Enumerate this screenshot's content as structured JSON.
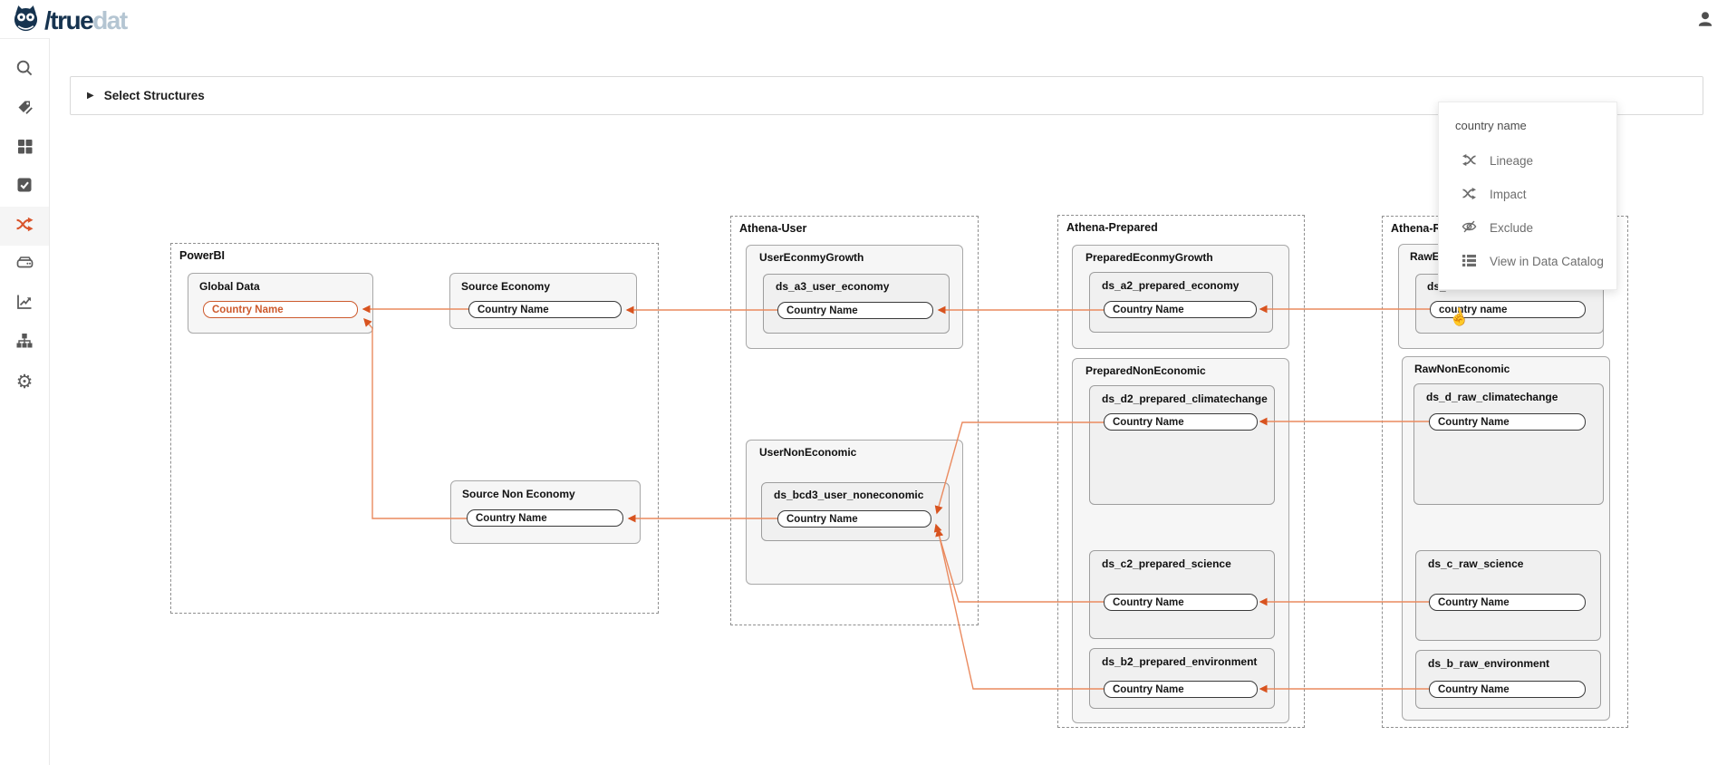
{
  "header": {
    "brand_text_dark": "/true",
    "brand_text_light": "dat",
    "logo_icon": "owl-logo-icon",
    "user_icon": "user-icon"
  },
  "sidebar": {
    "active_index": 4,
    "items": [
      {
        "icon": "search-icon"
      },
      {
        "icon": "tags-icon"
      },
      {
        "icon": "modules-grid-icon"
      },
      {
        "icon": "tasks-check-icon"
      },
      {
        "icon": "lineage-shuffle-icon"
      },
      {
        "icon": "storage-drive-icon"
      },
      {
        "icon": "charts-icon"
      },
      {
        "icon": "hierarchy-icon"
      },
      {
        "icon": "settings-gear-icon"
      }
    ]
  },
  "filters": {
    "caret": "▶",
    "select_structures_label": "Select Structures",
    "collapsed": true
  },
  "context_menu": {
    "title": "country name",
    "items": [
      {
        "icon": "lineage-icon",
        "label": "Lineage"
      },
      {
        "icon": "impact-icon",
        "label": "Impact"
      },
      {
        "icon": "exclude-eye-off-icon",
        "label": "Exclude"
      },
      {
        "icon": "data-catalog-icon",
        "label": "View in Data Catalog"
      }
    ]
  },
  "colors": {
    "accent_orange": "#d9542b",
    "edge_line": "#ea8a5f",
    "edge_arrow": "#d8531f",
    "selected_field": "#cd5a2d",
    "brand_dark": "#16334f",
    "brand_light": "#b4c5d2"
  },
  "diagram": {
    "groups": [
      {
        "label": "PowerBI",
        "nodes": [
          {
            "label": "Global Data",
            "fields": [
              {
                "label": "Country Name",
                "selected": true
              }
            ]
          },
          {
            "label": "Source Economy",
            "fields": [
              {
                "label": "Country Name"
              }
            ]
          },
          {
            "label": "Source Non Economy",
            "fields": [
              {
                "label": "Country Name"
              }
            ]
          }
        ]
      },
      {
        "label": "Athena-User",
        "nodes": [
          {
            "label": "UserEconmyGrowth",
            "datasets": [
              {
                "label": "ds_a3_user_economy",
                "fields": [
                  {
                    "label": "Country Name"
                  }
                ]
              }
            ]
          },
          {
            "label": "UserNonEconomic",
            "datasets": [
              {
                "label": "ds_bcd3_user_noneconomic",
                "fields": [
                  {
                    "label": "Country Name"
                  }
                ]
              }
            ]
          }
        ]
      },
      {
        "label": "Athena-Prepared",
        "nodes": [
          {
            "label": "PreparedEconmyGrowth",
            "datasets": [
              {
                "label": "ds_a2_prepared_economy",
                "fields": [
                  {
                    "label": "Country Name"
                  }
                ]
              }
            ]
          },
          {
            "label": "PreparedNonEconomic",
            "datasets": [
              {
                "label": "ds_d2_prepared_climatechange",
                "fields": [
                  {
                    "label": "Country Name"
                  }
                ]
              },
              {
                "label": "ds_c2_prepared_science",
                "fields": [
                  {
                    "label": "Country Name"
                  }
                ]
              },
              {
                "label": "ds_b2_prepared_environment",
                "fields": [
                  {
                    "label": "Country Name"
                  }
                ]
              }
            ]
          }
        ]
      },
      {
        "label": "Athena-Ra",
        "truncated_by_menu": true,
        "nodes": [
          {
            "label": "RawEc",
            "truncated_by_menu": true,
            "datasets": [
              {
                "label": "ds_",
                "truncated_by_menu": true,
                "fields": [
                  {
                    "label": "country name",
                    "hovered": true
                  }
                ]
              }
            ]
          },
          {
            "label": "RawNonEconomic",
            "datasets": [
              {
                "label": "ds_d_raw_climatechange",
                "fields": [
                  {
                    "label": "Country Name"
                  }
                ]
              },
              {
                "label": "ds_c_raw_science",
                "fields": [
                  {
                    "label": "Country Name"
                  }
                ]
              },
              {
                "label": "ds_b_raw_environment",
                "fields": [
                  {
                    "label": "Country Name"
                  }
                ]
              }
            ]
          }
        ]
      }
    ],
    "edges": [
      {
        "from": "Source Economy / Country Name",
        "to": "Global Data / Country Name"
      },
      {
        "from": "Source Non Economy / Country Name",
        "to": "Global Data / Country Name"
      },
      {
        "from": "ds_a3_user_economy / Country Name",
        "to": "Source Economy / Country Name"
      },
      {
        "from": "ds_bcd3_user_noneconomic / Country Name",
        "to": "Source Non Economy / Country Name"
      },
      {
        "from": "ds_a2_prepared_economy / Country Name",
        "to": "ds_a3_user_economy / Country Name"
      },
      {
        "from": "ds_ / country name",
        "to": "ds_a2_prepared_economy / Country Name"
      },
      {
        "from": "ds_d_raw_climatechange / Country Name",
        "to": "ds_d2_prepared_climatechange / Country Name"
      },
      {
        "from": "ds_c_raw_science / Country Name",
        "to": "ds_c2_prepared_science / Country Name"
      },
      {
        "from": "ds_b_raw_environment / Country Name",
        "to": "ds_b2_prepared_environment / Country Name"
      },
      {
        "from": "ds_d2_prepared_climatechange / Country Name",
        "to": "ds_bcd3_user_noneconomic / Country Name"
      },
      {
        "from": "ds_c2_prepared_science / Country Name",
        "to": "ds_bcd3_user_noneconomic / Country Name"
      },
      {
        "from": "ds_b2_prepared_environment / Country Name",
        "to": "ds_bcd3_user_noneconomic / Country Name"
      }
    ],
    "cursor": "hand-pointer-cursor"
  }
}
